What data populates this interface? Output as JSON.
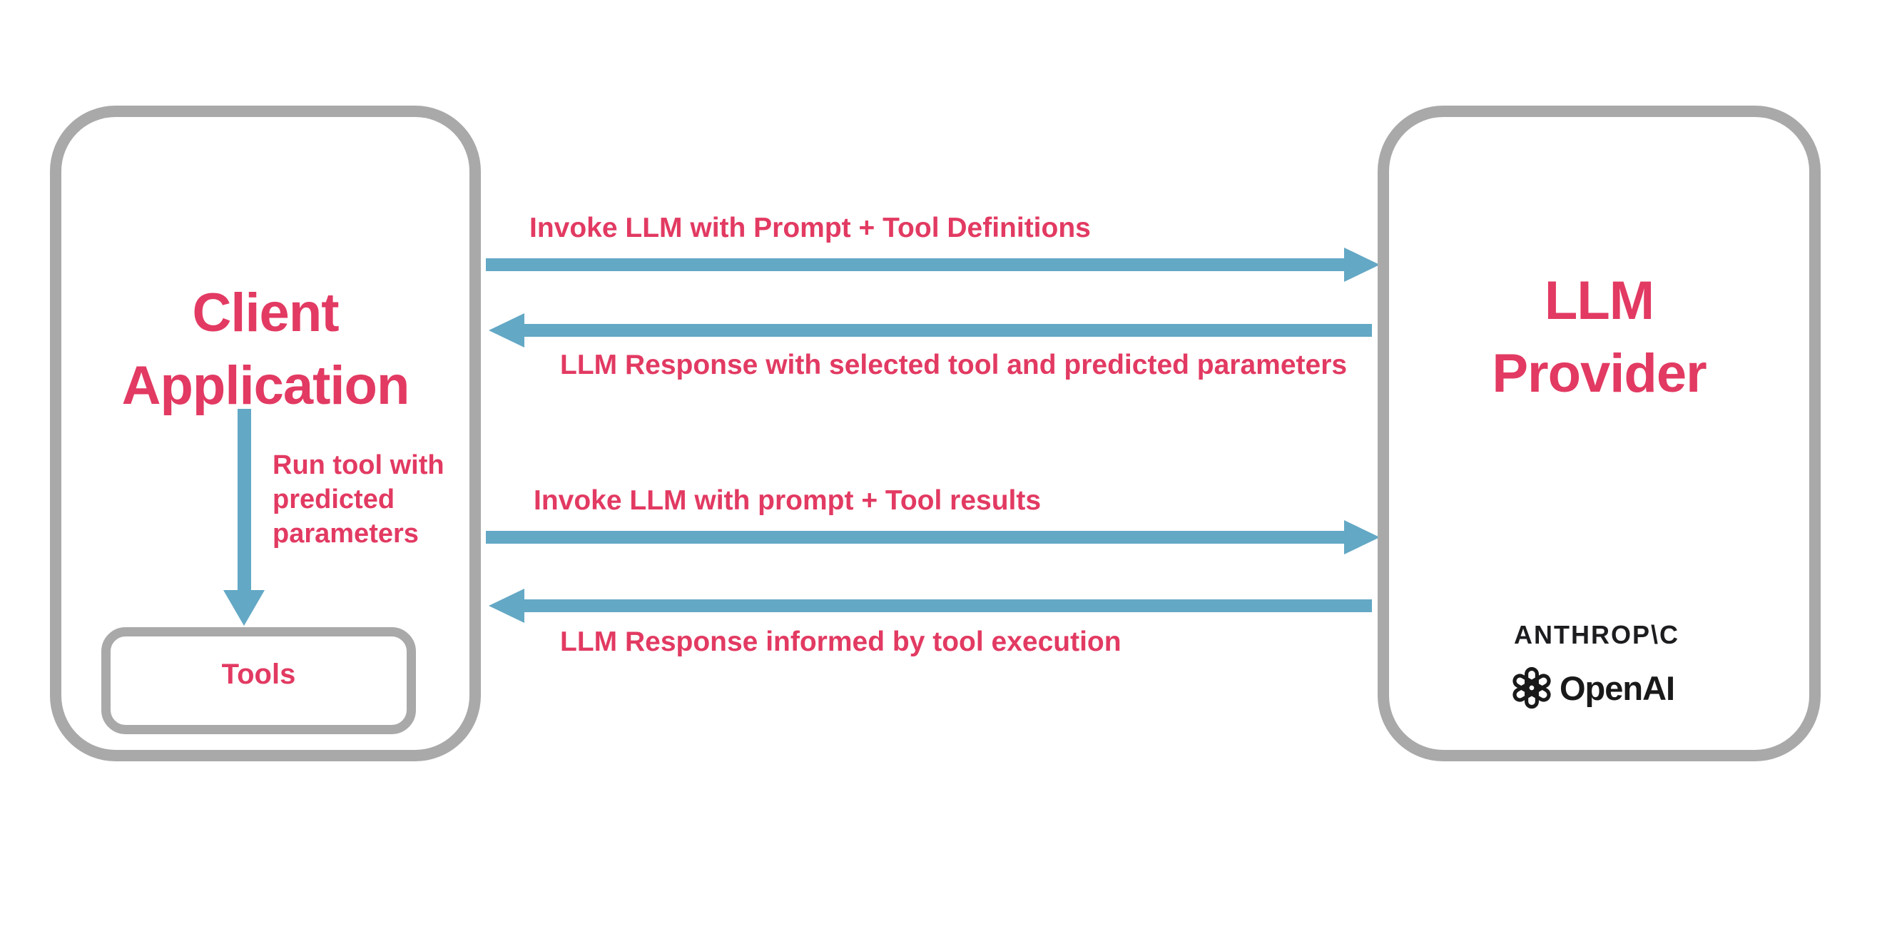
{
  "colors": {
    "pink": "#e23a62",
    "blue": "#63a8c5",
    "border_gray": "#a9a9a9",
    "logo_dark": "#1d1d20"
  },
  "client_box": {
    "title": "Client\nApplication",
    "tools_label": "Tools"
  },
  "run_tool_label": "Run tool with\npredicted\nparameters",
  "flows": [
    {
      "label": "Invoke LLM with Prompt + Tool Definitions",
      "direction": "right"
    },
    {
      "label": "LLM Response with selected tool and predicted parameters",
      "direction": "left"
    },
    {
      "label": "Invoke LLM with prompt + Tool results",
      "direction": "right"
    },
    {
      "label": "LLM Response informed by tool execution",
      "direction": "left"
    }
  ],
  "llm_box": {
    "title": "LLM\nProvider",
    "providers": [
      {
        "name": "ANTHROP\\C",
        "icon": "anthropic-wordmark"
      },
      {
        "name": "OpenAI",
        "icon": "openai-flower-icon"
      }
    ]
  }
}
